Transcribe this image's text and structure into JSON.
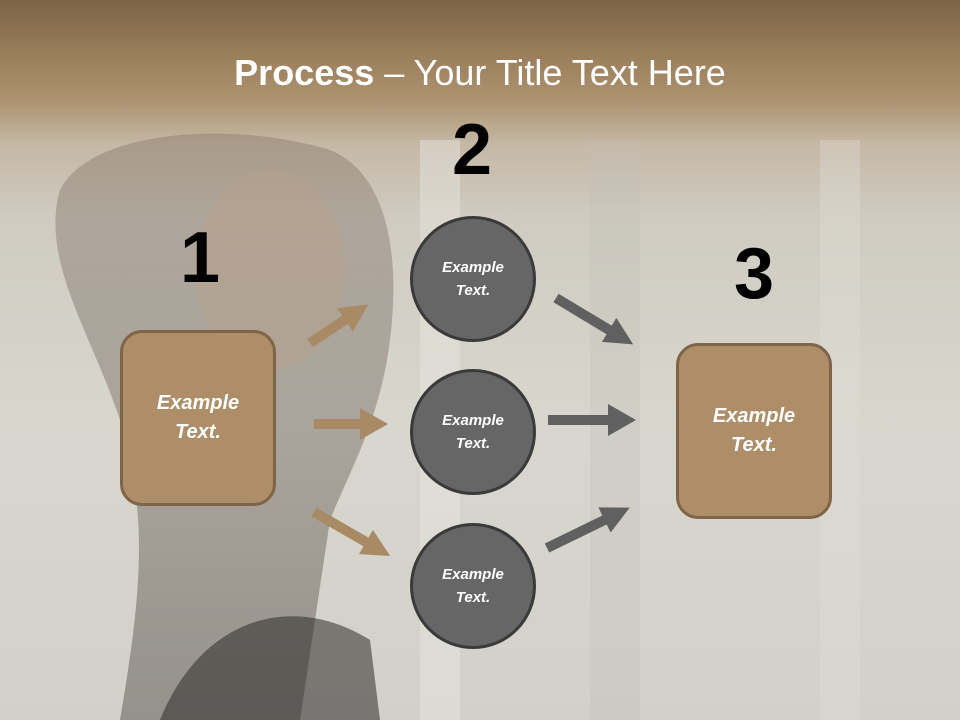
{
  "title": {
    "bold": "Process",
    "rest": " – Your Title Text Here"
  },
  "steps": {
    "one": "1",
    "two": "2",
    "three": "3"
  },
  "left_box": {
    "text": "Example\nText."
  },
  "circles": [
    {
      "text": "Example\nText."
    },
    {
      "text": "Example\nText."
    },
    {
      "text": "Example\nText."
    }
  ],
  "right_box": {
    "text": "Example\nText."
  },
  "colors": {
    "box_fill": "#ad8e68",
    "box_border": "#7f6447",
    "circle_fill": "#666666",
    "circle_border": "#3a3a3a",
    "arrow_tan": "#a88a65",
    "arrow_gray": "#606060"
  }
}
